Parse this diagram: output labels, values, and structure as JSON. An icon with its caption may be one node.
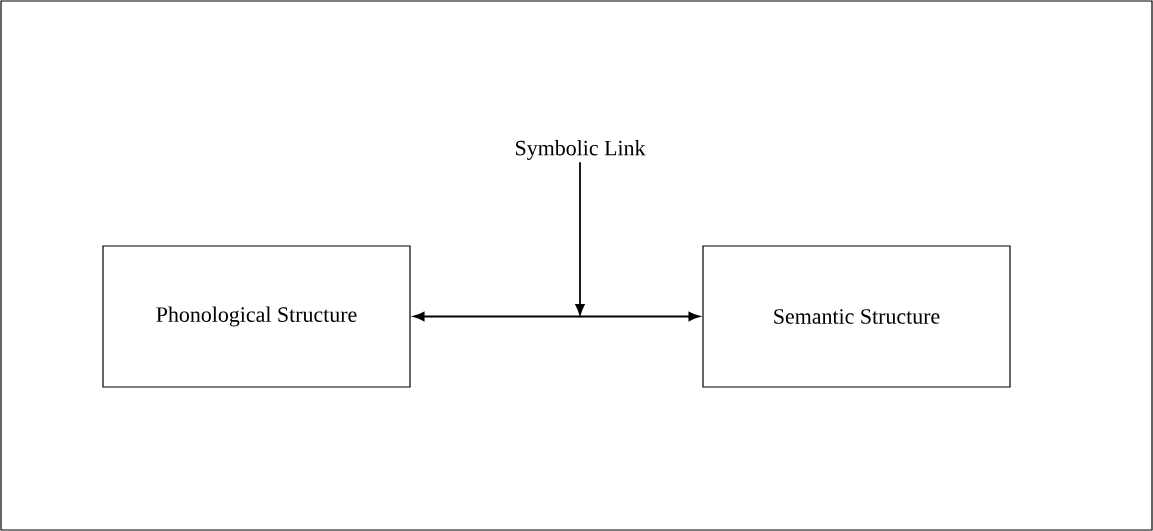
{
  "diagram": {
    "nodes": [
      {
        "text": [
          "Phonological Structure"
        ]
      },
      {
        "text": [
          "Semantic Structure"
        ]
      },
      {
        "text": [
          "Symbolic Link"
        ]
      }
    ],
    "edges": [
      {
        "from": 0,
        "to": 1,
        "arrow": "both"
      },
      {
        "from": 2,
        "to": null,
        "arrow": "to"
      }
    ]
  }
}
